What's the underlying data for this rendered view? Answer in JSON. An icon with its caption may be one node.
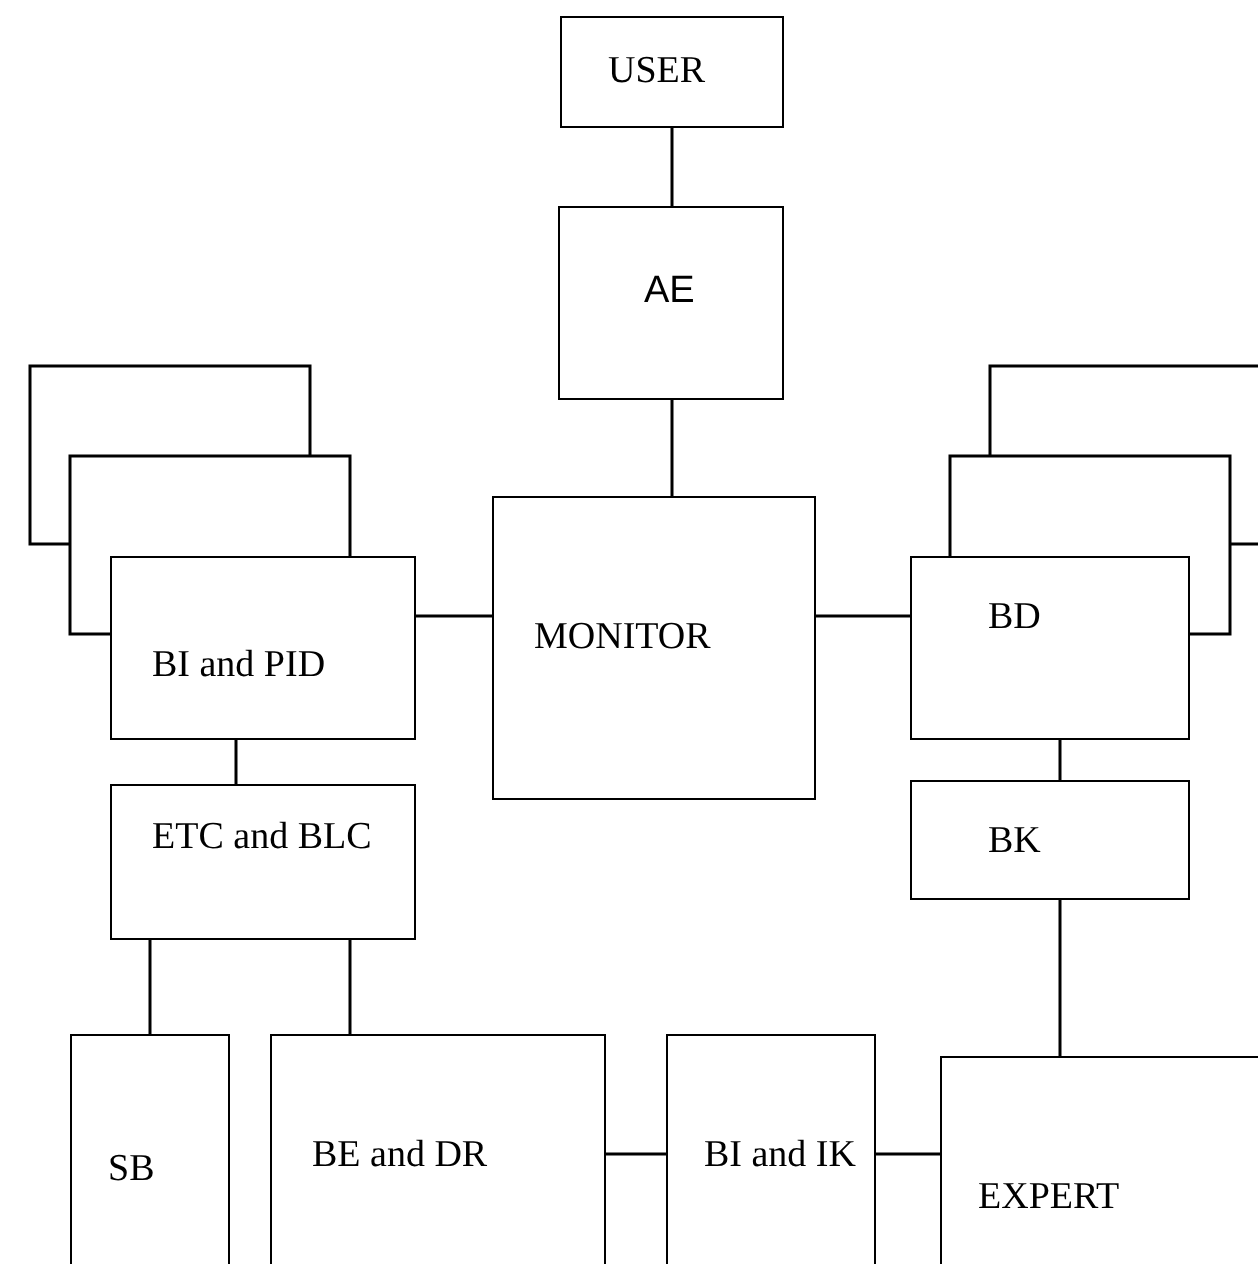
{
  "diagram": {
    "nodes": [
      {
        "text": [
          "USER"
        ]
      },
      {
        "text": [
          "AE"
        ]
      },
      {
        "text": [],
        "shape": "box"
      },
      {
        "text": [],
        "shape": "box"
      },
      {
        "text": [
          "BI and PID"
        ]
      },
      {
        "text": [
          "MONITOR"
        ]
      },
      {
        "text": [],
        "shape": "box"
      },
      {
        "text": [],
        "shape": "box"
      },
      {
        "text": [
          "BD"
        ]
      },
      {
        "text": [
          "ETC and BLC"
        ]
      },
      {
        "text": [
          "BK"
        ]
      },
      {
        "text": [
          "SB"
        ]
      },
      {
        "text": [
          "BE and DR"
        ]
      },
      {
        "text": [
          "BI and IK"
        ]
      },
      {
        "text": [
          "EXPERT"
        ]
      }
    ],
    "edges": [
      {
        "from": 0,
        "to": 1,
        "arrow": "none"
      },
      {
        "from": 1,
        "to": 5,
        "arrow": "none"
      },
      {
        "from": 4,
        "to": 5,
        "arrow": "none"
      },
      {
        "from": 5,
        "to": 8,
        "arrow": "none"
      },
      {
        "from": 4,
        "to": 9,
        "arrow": "none"
      },
      {
        "from": 8,
        "to": 10,
        "arrow": "none"
      },
      {
        "from": 10,
        "to": 14,
        "arrow": "none"
      },
      {
        "from": 9,
        "to": 11,
        "arrow": "none"
      },
      {
        "from": 9,
        "to": 12,
        "arrow": "none"
      },
      {
        "from": 12,
        "to": 13,
        "arrow": "none"
      },
      {
        "from": 13,
        "to": 14,
        "arrow": "none"
      }
    ]
  }
}
